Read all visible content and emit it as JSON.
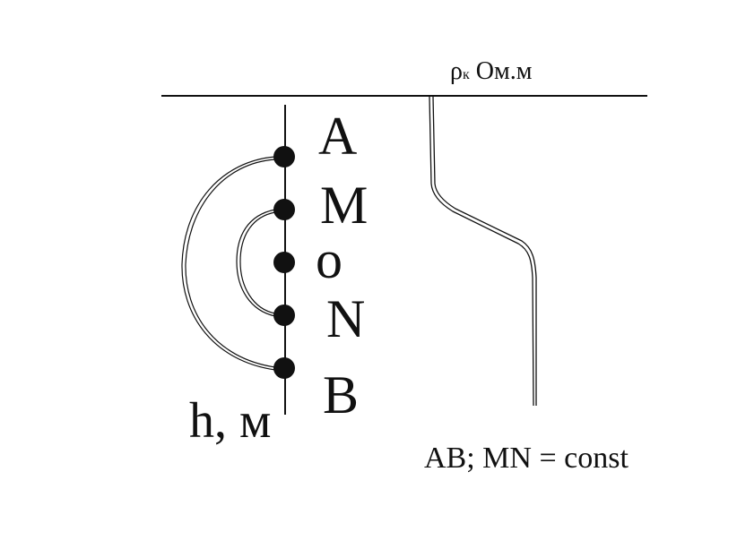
{
  "top_axis_label": {
    "rho": "ρ",
    "sub": "к",
    "unit": " Ом.м"
  },
  "depth_axis_label": "h, м",
  "electrodes": [
    {
      "id": "A",
      "label": "A"
    },
    {
      "id": "M",
      "label": "M"
    },
    {
      "id": "O",
      "label": "o"
    },
    {
      "id": "N",
      "label": "N"
    },
    {
      "id": "B",
      "label": "B"
    }
  ],
  "note": "AB; MN = const",
  "colors": {
    "ink": "#111111",
    "background": "#ffffff"
  }
}
